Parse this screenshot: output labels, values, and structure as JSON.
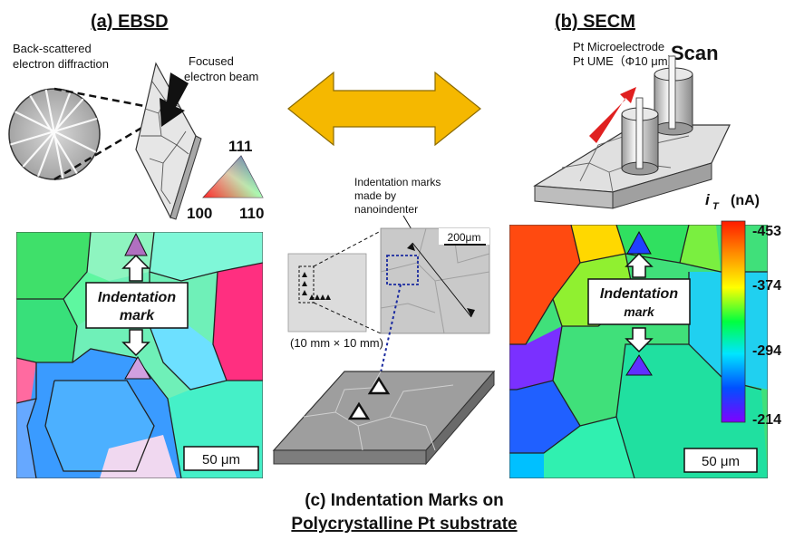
{
  "ebsd": {
    "title": "(a) EBSD",
    "diffraction_label_1": "Back-scattered",
    "diffraction_label_2": "electron diffraction",
    "beam_label_1": "Focused",
    "beam_label_2": "electron beam",
    "ipf_111": "111",
    "ipf_100": "100",
    "ipf_110": "110",
    "indent_label_1": "Indentation",
    "indent_label_2": "mark",
    "scalebar": "50 μm"
  },
  "secm": {
    "title": "(b) SECM",
    "ume_label_1": "Pt Microelectrode",
    "ume_label_2": "Pt UME（Φ10 μm）",
    "scan_label": "Scan",
    "indent_label_1": "Indentation",
    "indent_label_2": "mark",
    "scalebar": "50 μm",
    "colorbar_title": "i",
    "colorbar_subscript": "T",
    "colorbar_unit": "(nA)",
    "colorbar_ticks": [
      "-453",
      "-374",
      "-294",
      "-214"
    ],
    "colorbar_colors": [
      "#ff1a00",
      "#ff8c00",
      "#ffff00",
      "#00ff40",
      "#00e5ff",
      "#0050ff",
      "#8000ff"
    ]
  },
  "center": {
    "nano_label_1": "Indentation marks",
    "nano_label_2": "made by",
    "nano_label_3": "nanoindenter",
    "scalebar": "200μm",
    "sample_size": "(10 mm × 10 mm)",
    "caption_1": "(c)  Indentation Marks on",
    "caption_2": "Polycrystalline Pt substrate"
  },
  "colors": {
    "arrow_gold": "#f5b800",
    "arrow_red": "#e02020",
    "substrate_top": "#9a9a9a",
    "plate_light": "#dcdcdc"
  }
}
